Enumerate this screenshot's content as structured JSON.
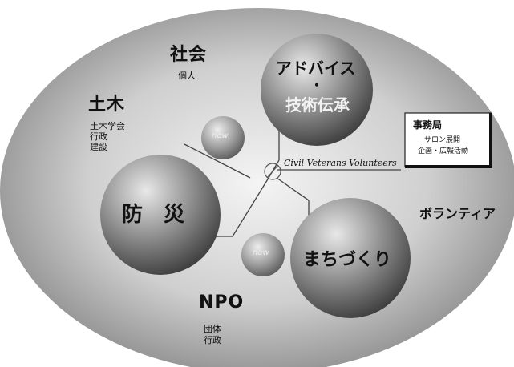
{
  "groups": {
    "shakai": {
      "title": "社会",
      "items": [
        "個人"
      ]
    },
    "doboku": {
      "title": "土木",
      "items": [
        "土木学会",
        "行政",
        "建設"
      ]
    },
    "npo": {
      "title": "NPO",
      "items": [
        "団体",
        "行政"
      ]
    },
    "volunteer": {
      "title": "ボランティア"
    }
  },
  "spheres": {
    "advice": {
      "line1": "アドバイス",
      "line2": "・",
      "line3": "技術伝承"
    },
    "bousai": {
      "label": "防　災"
    },
    "machi": {
      "label": "まちづくり"
    },
    "new_top": {
      "label": "new"
    },
    "new_bottom": {
      "label": "new"
    }
  },
  "center_label": "Civil Veterans Volunteers",
  "office": {
    "title": "事務局",
    "lines": [
      "サロン展開",
      "企画・広報活動"
    ]
  }
}
